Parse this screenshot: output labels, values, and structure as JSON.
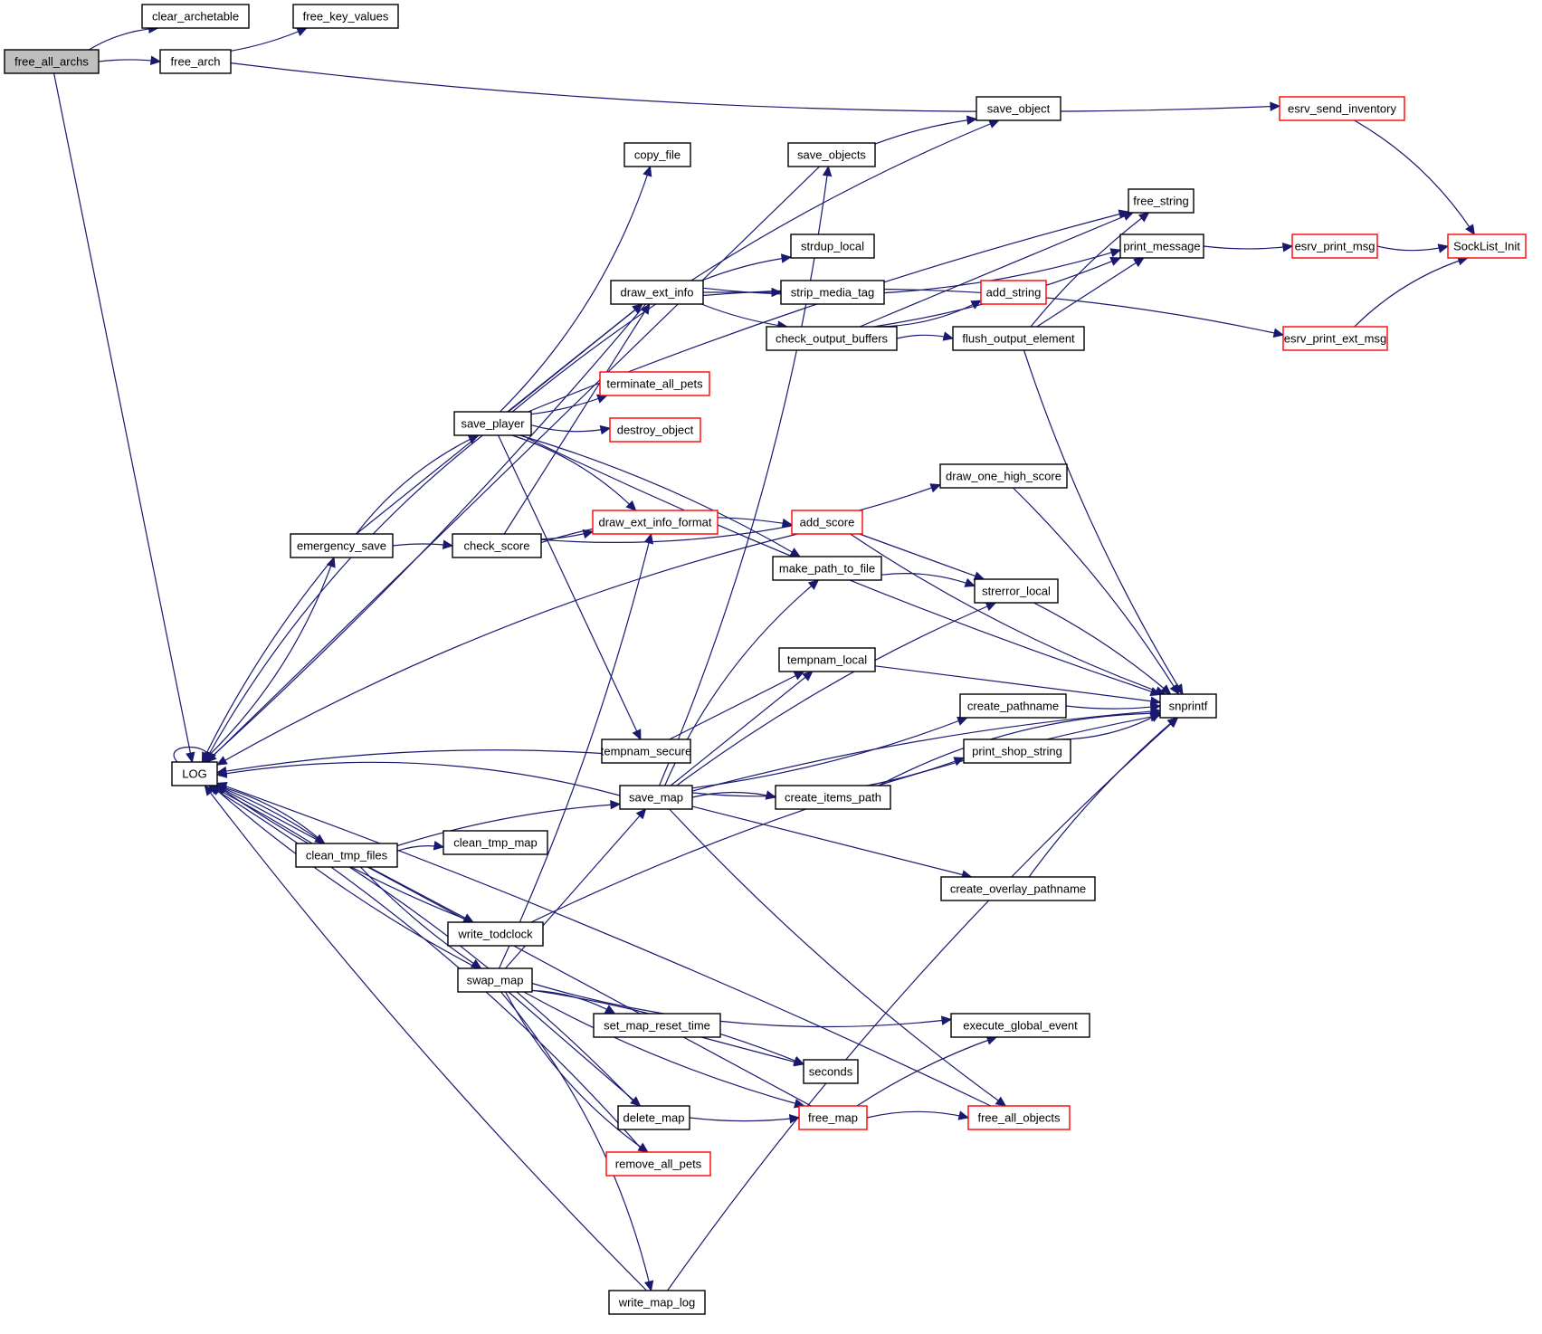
{
  "title": "free_all_archs call graph",
  "colors": {
    "edge": "#191970",
    "node_border": "#000000",
    "truncated_border": "#ff0000",
    "root_fill": "#bfbfbf",
    "node_fill": "#ffffff"
  },
  "nodes": [
    {
      "id": "free_all_archs",
      "label": "free_all_archs",
      "root": true
    },
    {
      "id": "clear_archetable",
      "label": "clear_archetable"
    },
    {
      "id": "free_arch",
      "label": "free_arch"
    },
    {
      "id": "free_key_values",
      "label": "free_key_values"
    },
    {
      "id": "LOG",
      "label": "LOG"
    },
    {
      "id": "esrv_send_inventory",
      "label": "esrv_send_inventory",
      "truncated": true
    },
    {
      "id": "save_object",
      "label": "save_object"
    },
    {
      "id": "save_objects",
      "label": "save_objects"
    },
    {
      "id": "copy_file",
      "label": "copy_file"
    },
    {
      "id": "free_string",
      "label": "free_string"
    },
    {
      "id": "strdup_local",
      "label": "strdup_local"
    },
    {
      "id": "print_message",
      "label": "print_message"
    },
    {
      "id": "esrv_print_msg",
      "label": "esrv_print_msg",
      "truncated": true
    },
    {
      "id": "SockList_Init",
      "label": "SockList_Init",
      "truncated": true
    },
    {
      "id": "draw_ext_info",
      "label": "draw_ext_info"
    },
    {
      "id": "strip_media_tag",
      "label": "strip_media_tag"
    },
    {
      "id": "add_string",
      "label": "add_string",
      "truncated": true
    },
    {
      "id": "check_output_buffers",
      "label": "check_output_buffers"
    },
    {
      "id": "flush_output_element",
      "label": "flush_output_element"
    },
    {
      "id": "esrv_print_ext_msg",
      "label": "esrv_print_ext_msg",
      "truncated": true
    },
    {
      "id": "terminate_all_pets",
      "label": "terminate_all_pets",
      "truncated": true
    },
    {
      "id": "save_player",
      "label": "save_player"
    },
    {
      "id": "destroy_object",
      "label": "destroy_object",
      "truncated": true
    },
    {
      "id": "draw_one_high_score",
      "label": "draw_one_high_score"
    },
    {
      "id": "draw_ext_info_format",
      "label": "draw_ext_info_format",
      "truncated": true
    },
    {
      "id": "add_score",
      "label": "add_score",
      "truncated": true
    },
    {
      "id": "emergency_save",
      "label": "emergency_save"
    },
    {
      "id": "check_score",
      "label": "check_score"
    },
    {
      "id": "make_path_to_file",
      "label": "make_path_to_file"
    },
    {
      "id": "strerror_local",
      "label": "strerror_local"
    },
    {
      "id": "tempnam_local",
      "label": "tempnam_local"
    },
    {
      "id": "create_pathname",
      "label": "create_pathname"
    },
    {
      "id": "snprintf",
      "label": "snprintf"
    },
    {
      "id": "tempnam_secure",
      "label": "tempnam_secure"
    },
    {
      "id": "print_shop_string",
      "label": "print_shop_string"
    },
    {
      "id": "save_map",
      "label": "save_map"
    },
    {
      "id": "create_items_path",
      "label": "create_items_path"
    },
    {
      "id": "clean_tmp_files",
      "label": "clean_tmp_files"
    },
    {
      "id": "clean_tmp_map",
      "label": "clean_tmp_map"
    },
    {
      "id": "create_overlay_pathname",
      "label": "create_overlay_pathname"
    },
    {
      "id": "write_todclock",
      "label": "write_todclock"
    },
    {
      "id": "swap_map",
      "label": "swap_map"
    },
    {
      "id": "execute_global_event",
      "label": "execute_global_event"
    },
    {
      "id": "set_map_reset_time",
      "label": "set_map_reset_time"
    },
    {
      "id": "seconds",
      "label": "seconds"
    },
    {
      "id": "delete_map",
      "label": "delete_map"
    },
    {
      "id": "free_map",
      "label": "free_map",
      "truncated": true
    },
    {
      "id": "free_all_objects",
      "label": "free_all_objects",
      "truncated": true
    },
    {
      "id": "remove_all_pets",
      "label": "remove_all_pets",
      "truncated": true
    },
    {
      "id": "write_map_log",
      "label": "write_map_log"
    }
  ],
  "edges": [
    [
      "free_all_archs",
      "clear_archetable"
    ],
    [
      "free_all_archs",
      "free_arch"
    ],
    [
      "free_all_archs",
      "LOG"
    ],
    [
      "free_arch",
      "free_key_values"
    ],
    [
      "free_arch",
      "esrv_send_inventory"
    ],
    [
      "esrv_send_inventory",
      "SockList_Init"
    ],
    [
      "save_objects",
      "save_object"
    ],
    [
      "save_objects",
      "LOG"
    ],
    [
      "print_message",
      "esrv_print_msg"
    ],
    [
      "esrv_print_msg",
      "SockList_Init"
    ],
    [
      "esrv_print_ext_msg",
      "SockList_Init"
    ],
    [
      "draw_ext_info",
      "strdup_local"
    ],
    [
      "draw_ext_info",
      "strip_media_tag"
    ],
    [
      "draw_ext_info",
      "check_output_buffers"
    ],
    [
      "draw_ext_info",
      "print_message"
    ],
    [
      "draw_ext_info",
      "esrv_print_ext_msg"
    ],
    [
      "draw_ext_info",
      "LOG"
    ],
    [
      "check_output_buffers",
      "free_string"
    ],
    [
      "check_output_buffers",
      "print_message"
    ],
    [
      "check_output_buffers",
      "add_string"
    ],
    [
      "check_output_buffers",
      "flush_output_element"
    ],
    [
      "flush_output_element",
      "free_string"
    ],
    [
      "flush_output_element",
      "print_message"
    ],
    [
      "flush_output_element",
      "snprintf"
    ],
    [
      "save_player",
      "copy_file"
    ],
    [
      "save_player",
      "save_object"
    ],
    [
      "save_player",
      "free_string"
    ],
    [
      "save_player",
      "draw_ext_info"
    ],
    [
      "save_player",
      "terminate_all_pets"
    ],
    [
      "save_player",
      "destroy_object"
    ],
    [
      "save_player",
      "draw_ext_info_format"
    ],
    [
      "save_player",
      "make_path_to_file"
    ],
    [
      "save_player",
      "tempnam_secure"
    ],
    [
      "save_player",
      "snprintf"
    ],
    [
      "save_player",
      "LOG"
    ],
    [
      "emergency_save",
      "save_player"
    ],
    [
      "emergency_save",
      "check_score"
    ],
    [
      "emergency_save",
      "draw_ext_info"
    ],
    [
      "emergency_save",
      "LOG"
    ],
    [
      "LOG",
      "emergency_save"
    ],
    [
      "LOG",
      "LOG"
    ],
    [
      "LOG",
      "clean_tmp_files"
    ],
    [
      "check_score",
      "draw_ext_info"
    ],
    [
      "check_score",
      "draw_ext_info_format"
    ],
    [
      "check_score",
      "draw_one_high_score"
    ],
    [
      "check_score",
      "add_score"
    ],
    [
      "draw_one_high_score",
      "snprintf"
    ],
    [
      "add_score",
      "strerror_local"
    ],
    [
      "add_score",
      "snprintf"
    ],
    [
      "add_score",
      "LOG"
    ],
    [
      "make_path_to_file",
      "strerror_local"
    ],
    [
      "strerror_local",
      "snprintf"
    ],
    [
      "tempnam_local",
      "snprintf"
    ],
    [
      "create_pathname",
      "snprintf"
    ],
    [
      "print_shop_string",
      "snprintf"
    ],
    [
      "create_items_path",
      "snprintf"
    ],
    [
      "create_overlay_pathname",
      "snprintf"
    ],
    [
      "tempnam_secure",
      "tempnam_local"
    ],
    [
      "tempnam_secure",
      "LOG"
    ],
    [
      "save_map",
      "save_objects"
    ],
    [
      "save_map",
      "make_path_to_file"
    ],
    [
      "save_map",
      "strerror_local"
    ],
    [
      "save_map",
      "tempnam_local"
    ],
    [
      "save_map",
      "create_pathname"
    ],
    [
      "save_map",
      "print_shop_string"
    ],
    [
      "save_map",
      "create_items_path"
    ],
    [
      "save_map",
      "snprintf"
    ],
    [
      "save_map",
      "create_overlay_pathname"
    ],
    [
      "save_map",
      "free_all_objects"
    ],
    [
      "save_map",
      "LOG"
    ],
    [
      "clean_tmp_files",
      "clean_tmp_map"
    ],
    [
      "clean_tmp_files",
      "save_map"
    ],
    [
      "clean_tmp_files",
      "write_todclock"
    ],
    [
      "clean_tmp_files",
      "swap_map"
    ],
    [
      "clean_tmp_files",
      "LOG"
    ],
    [
      "write_todclock",
      "snprintf"
    ],
    [
      "write_todclock",
      "LOG"
    ],
    [
      "swap_map",
      "save_map"
    ],
    [
      "swap_map",
      "draw_ext_info_format"
    ],
    [
      "swap_map",
      "execute_global_event"
    ],
    [
      "swap_map",
      "set_map_reset_time"
    ],
    [
      "swap_map",
      "seconds"
    ],
    [
      "swap_map",
      "delete_map"
    ],
    [
      "swap_map",
      "free_map"
    ],
    [
      "swap_map",
      "remove_all_pets"
    ],
    [
      "swap_map",
      "write_map_log"
    ],
    [
      "swap_map",
      "LOG"
    ],
    [
      "set_map_reset_time",
      "seconds"
    ],
    [
      "delete_map",
      "free_map"
    ],
    [
      "delete_map",
      "LOG"
    ],
    [
      "free_map",
      "free_all_objects"
    ],
    [
      "free_map",
      "execute_global_event"
    ],
    [
      "free_map",
      "LOG"
    ],
    [
      "free_all_objects",
      "LOG"
    ],
    [
      "remove_all_pets",
      "LOG"
    ],
    [
      "write_map_log",
      "snprintf"
    ],
    [
      "write_map_log",
      "LOG"
    ]
  ]
}
